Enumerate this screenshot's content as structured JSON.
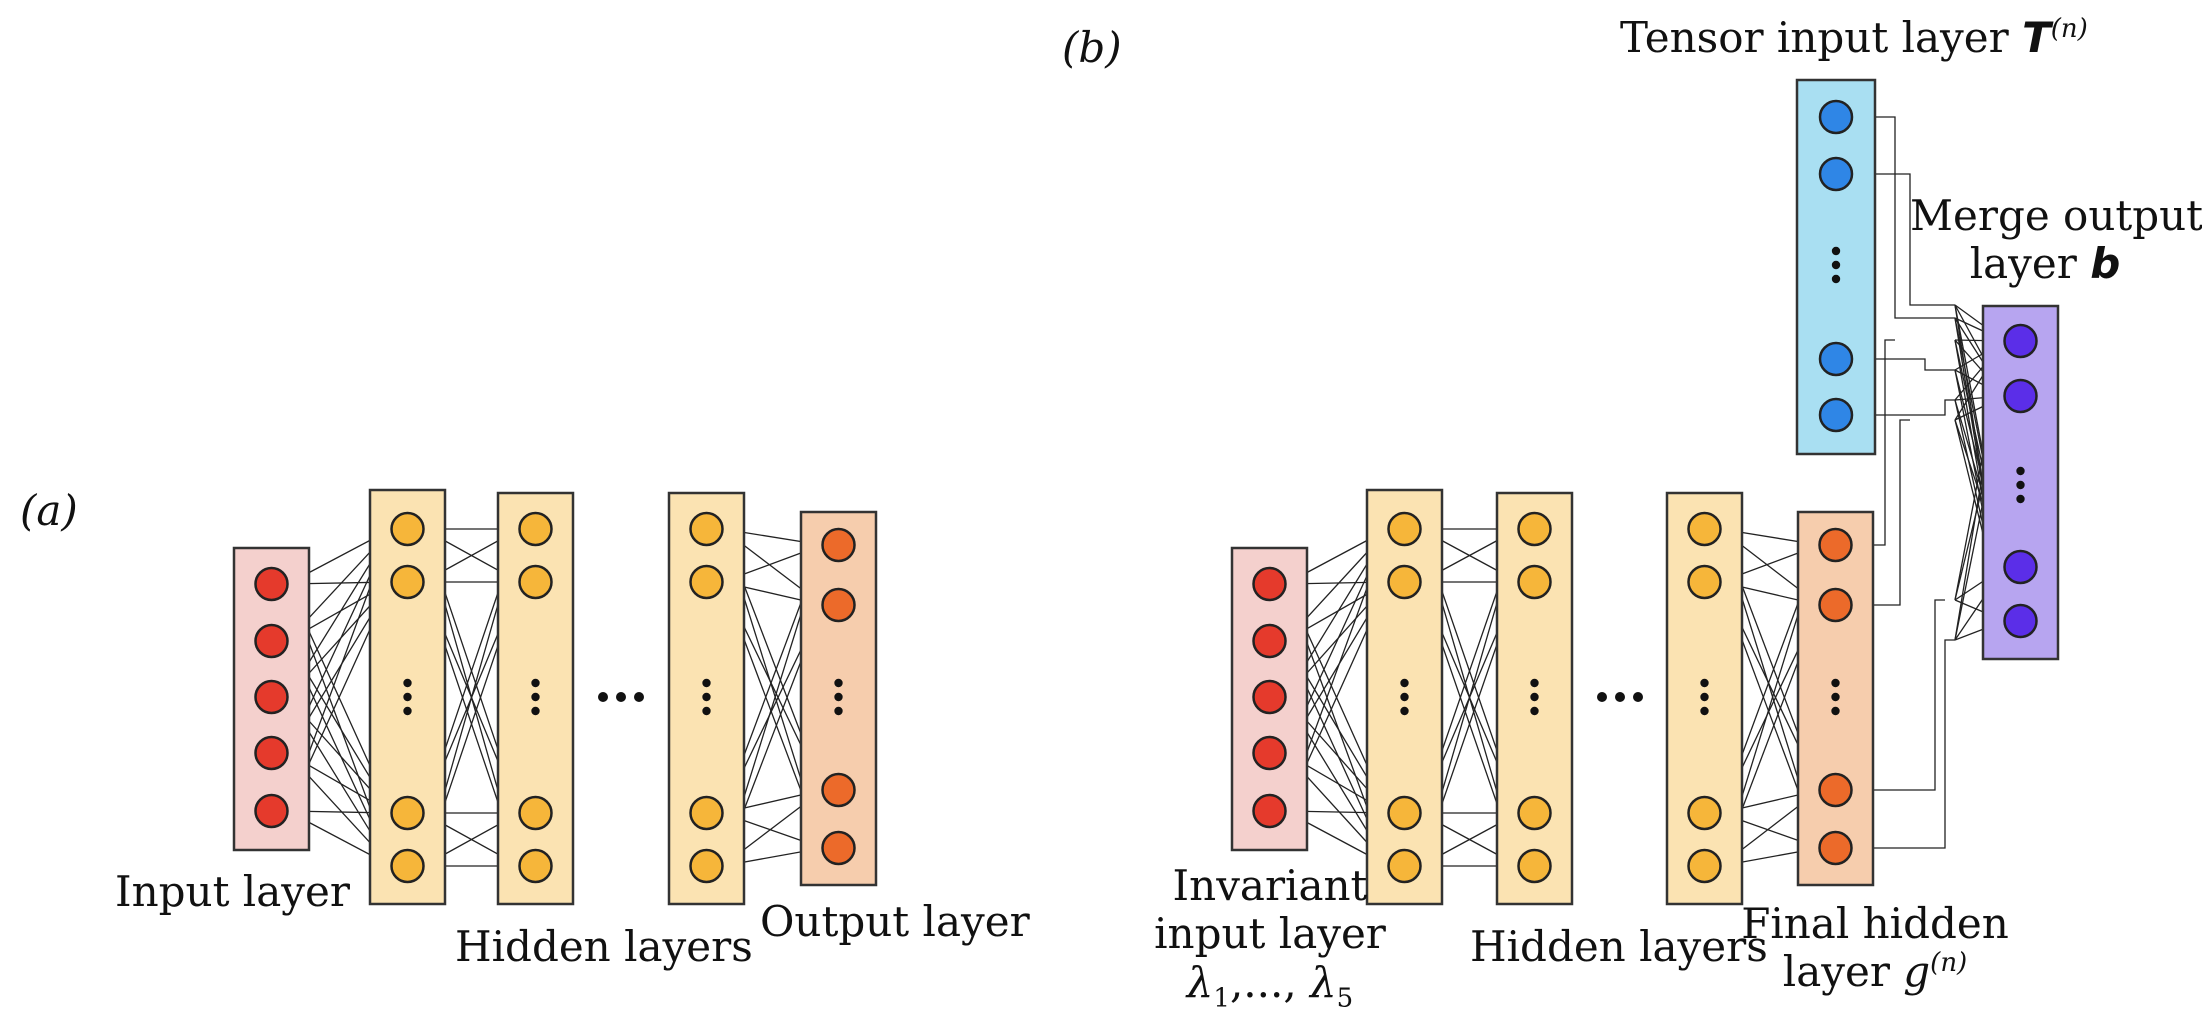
{
  "panel_a": {
    "tag_text": "(a)",
    "input_layer_label": "Input layer",
    "hidden_layers_label": "Hidden layers",
    "output_layer_label": "Output layer",
    "ellipsis": "•••"
  },
  "panel_b": {
    "tag_text": "(b)",
    "tensor_input_label": "Tensor input layer",
    "tensor_symbol": "T",
    "superscript_n": "(n)",
    "merge_output_line1": "Merge output",
    "merge_output_line2": "layer",
    "merge_symbol": "b",
    "invariant_line1": "Invariant",
    "invariant_line2": "input layer",
    "lambda_1": "λ",
    "sub_1": "1",
    "lambda_sep": ",..., ",
    "lambda_5": "λ",
    "sub_5": "5",
    "hidden_layers_label": "Hidden layers",
    "final_hidden_line1": "Final hidden",
    "final_hidden_line2": "layer",
    "final_symbol": "g",
    "ellipsis": "•••"
  },
  "colors": {
    "input_node": "#e53a2c",
    "input_box": "#f4d0cd",
    "hidden_node": "#f6b63a",
    "hidden_box": "#fbe3b2",
    "output_node": "#ec6a2a",
    "output_box": "#f6cdad",
    "tensor_node": "#2f86e6",
    "tensor_box": "#a9dff2",
    "merge_node": "#5b2ee8",
    "merge_box": "#b7a5f0",
    "line": "#222222"
  }
}
